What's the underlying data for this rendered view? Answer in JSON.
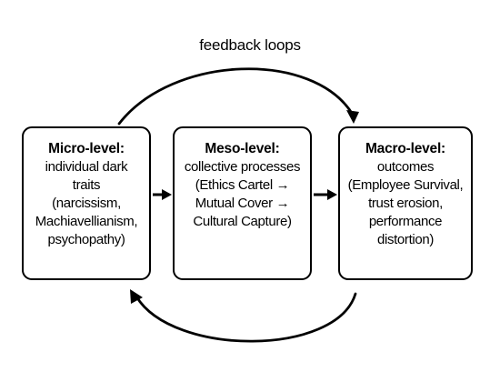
{
  "diagram": {
    "feedback_label": "feedback loops",
    "boxes": [
      {
        "title": "Micro-level:",
        "lines": [
          "individual dark",
          "traits",
          "(narcissism,",
          "Machiavellianism,",
          "psychopathy)"
        ]
      },
      {
        "title": "Meso-level:",
        "lines": [
          "collective processes",
          "(Ethics Cartel →",
          "Mutual Cover →",
          "Cultural Capture)"
        ]
      },
      {
        "title": "Macro-level:",
        "lines": [
          "outcomes",
          "(Employee Survival,",
          "trust erosion,",
          "performance",
          "distortion)"
        ]
      }
    ],
    "colors": {
      "stroke": "#000000",
      "background": "#ffffff"
    }
  }
}
